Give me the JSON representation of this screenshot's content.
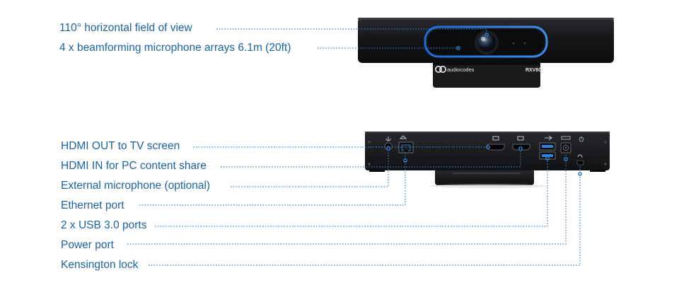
{
  "colors": {
    "label": "#1b63a6",
    "leader": "#2f7fc7",
    "device_body": "#1a1b1d",
    "accent_blue": "#1d6bd6"
  },
  "camera": {
    "labels": [
      {
        "text": "110° horizontal field of view"
      },
      {
        "text": "4 x beamforming microphone arrays 6.1m (20ft)"
      }
    ],
    "brand_text": "audiocodes",
    "model_text": "RXV80"
  },
  "hub": {
    "labels": [
      {
        "text": "HDMI OUT to TV screen"
      },
      {
        "text": "HDMI IN for PC content share"
      },
      {
        "text": "External microphone (optional)"
      },
      {
        "text": "Ethernet port"
      },
      {
        "text": "2 x USB 3.0 ports"
      },
      {
        "text": "Power port"
      },
      {
        "text": "Kensington lock"
      }
    ]
  },
  "icons": [
    "camera-lens-icon",
    "mic-jack-icon",
    "ethernet-port-icon",
    "hdmi-port-icon",
    "usb-port-icon",
    "power-jack-icon",
    "lock-slot-icon"
  ]
}
